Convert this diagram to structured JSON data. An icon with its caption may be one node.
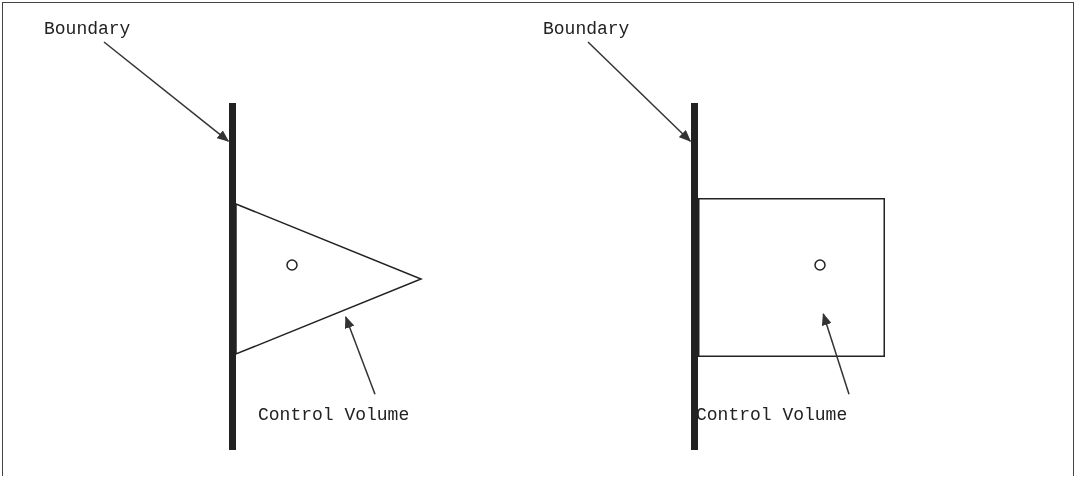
{
  "diagram": {
    "nodes": [
      {
        "text": [
          "Boundary"
        ]
      },
      {
        "text": [],
        "shape": "bar"
      },
      {
        "text": [],
        "shape": "triangle"
      },
      {
        "text": [
          "Control Volume"
        ]
      },
      {
        "text": [
          "Boundary"
        ]
      },
      {
        "text": [],
        "shape": "bar"
      },
      {
        "text": [],
        "shape": "box"
      },
      {
        "text": [
          "Control Volume"
        ]
      }
    ],
    "edges": [
      {
        "from": 0,
        "to": 1,
        "arrow": "to"
      },
      {
        "from": 3,
        "to": 2,
        "arrow": "to"
      },
      {
        "from": 4,
        "to": 5,
        "arrow": "to"
      },
      {
        "from": 7,
        "to": 6,
        "arrow": "to"
      }
    ]
  }
}
